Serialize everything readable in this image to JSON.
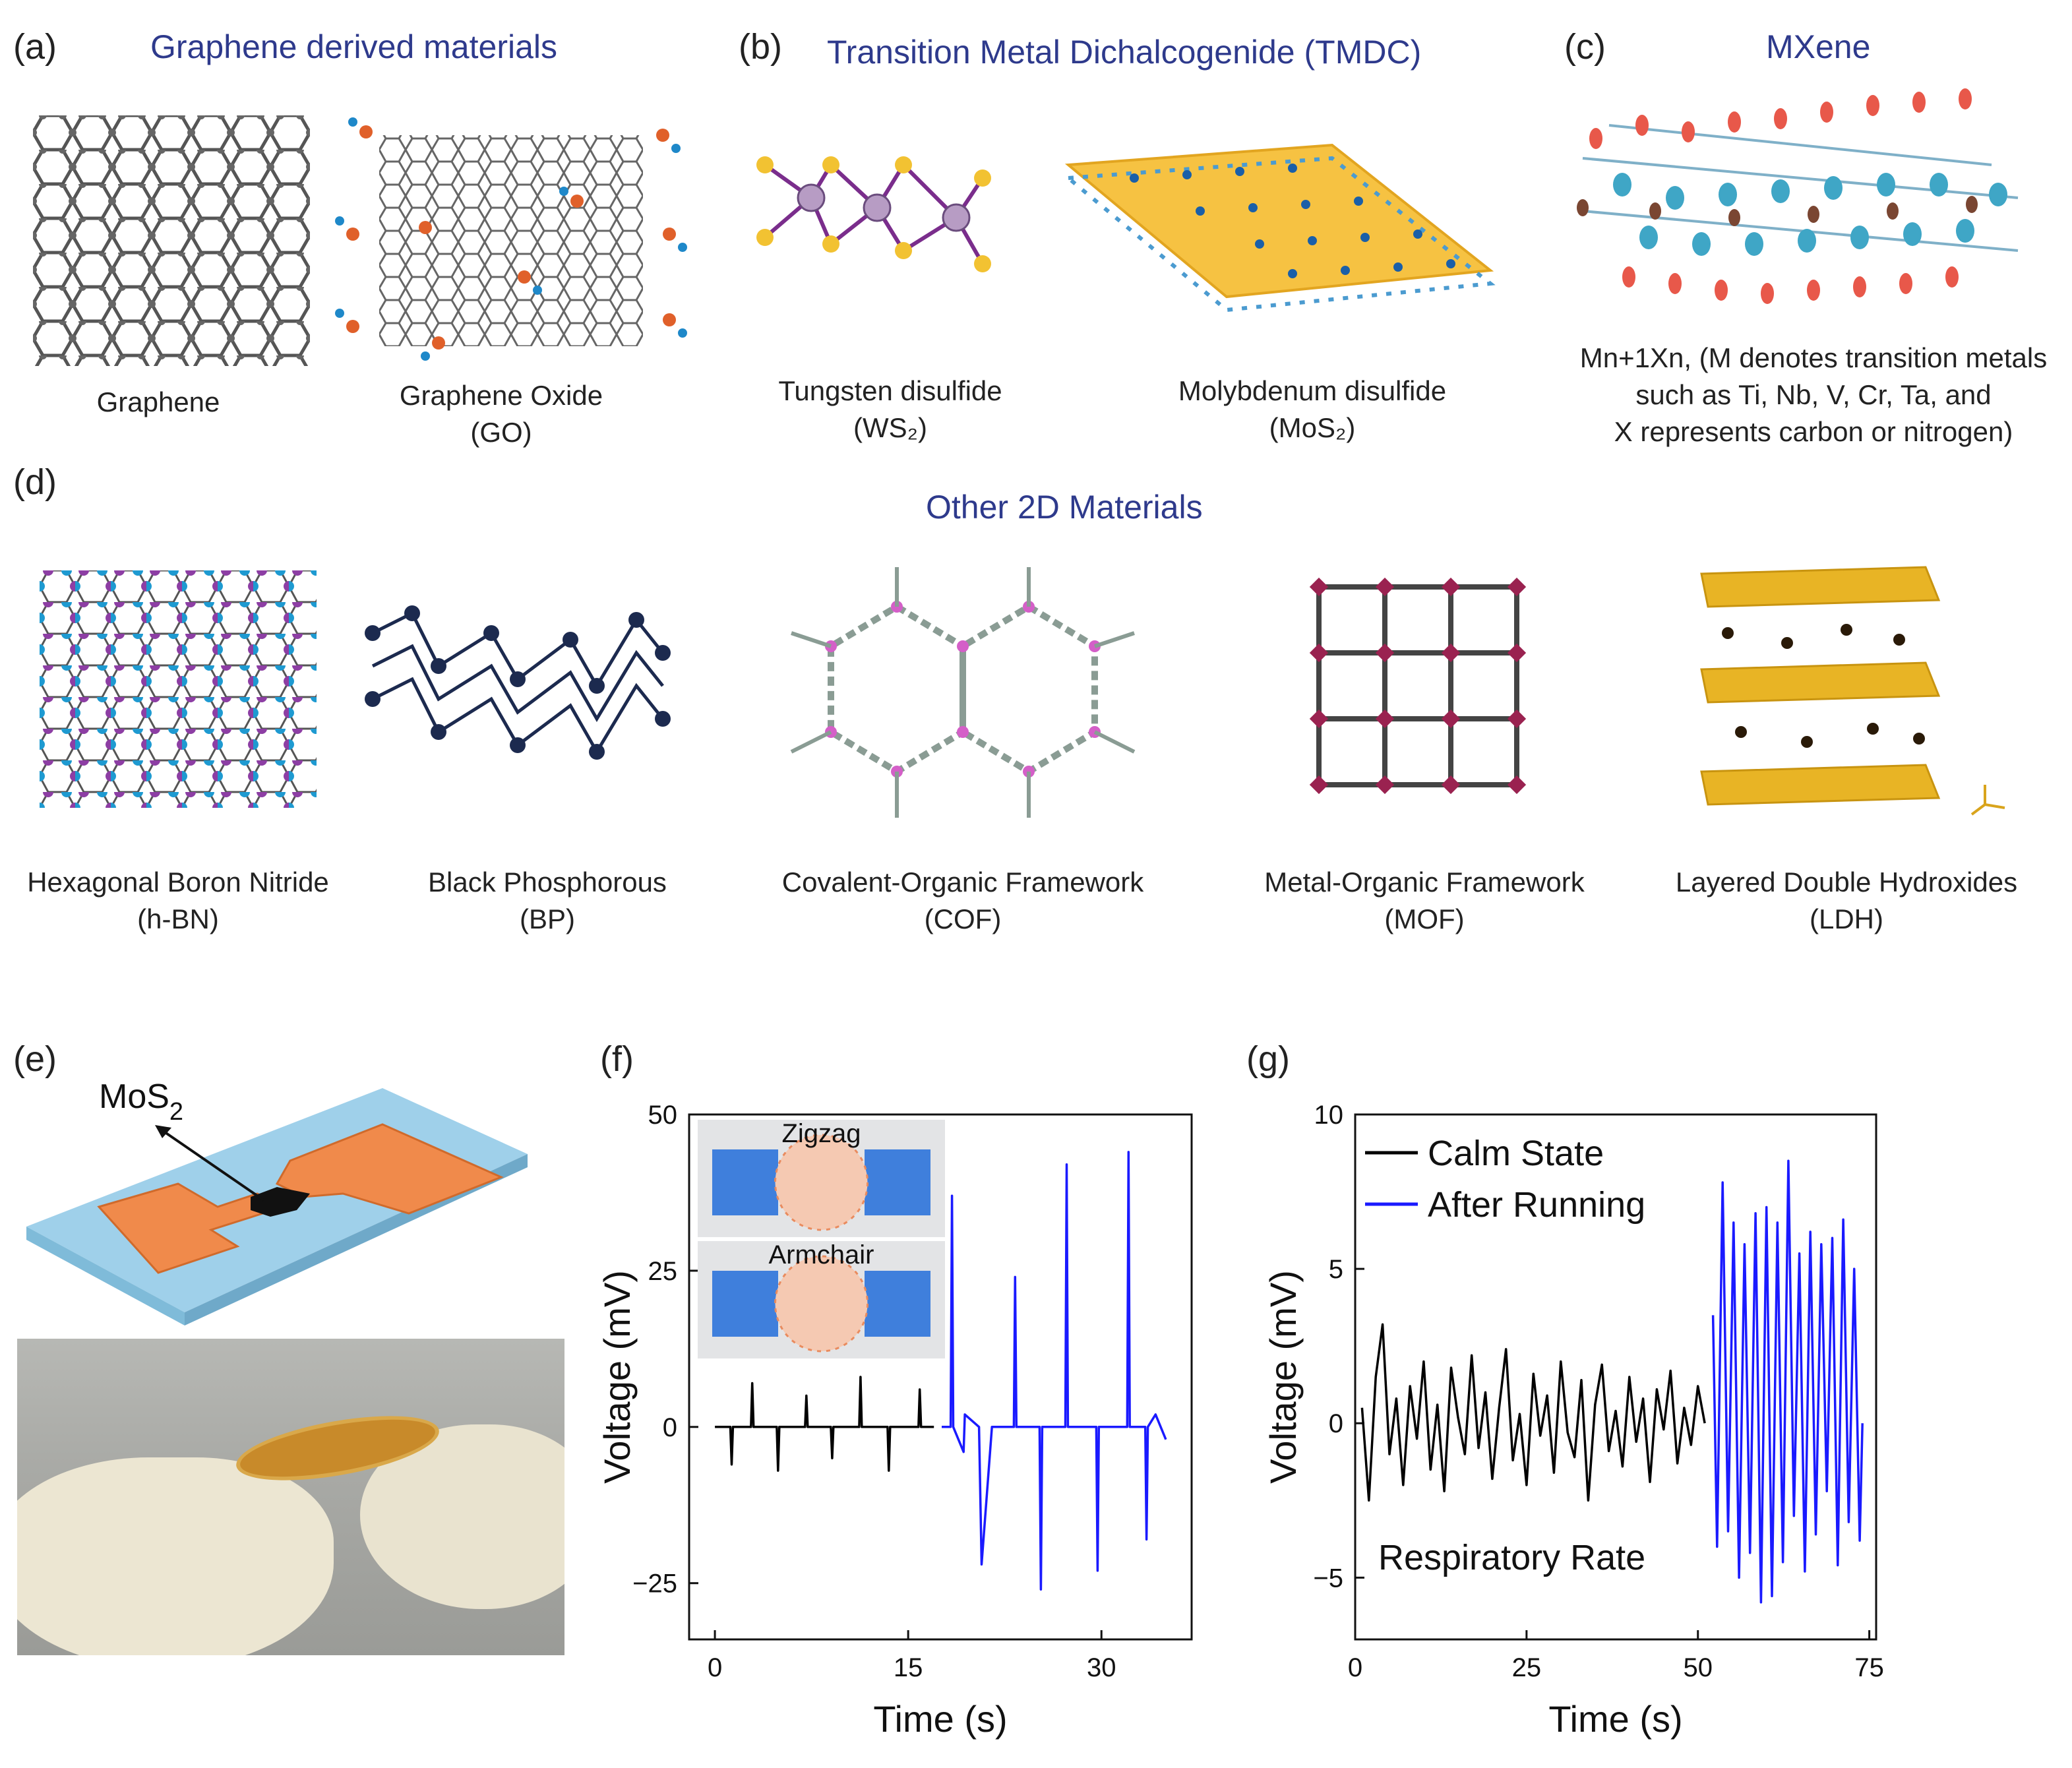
{
  "panels": {
    "a": {
      "letter": "(a)",
      "title": "Graphene derived materials",
      "captions": {
        "graphene": "Graphene",
        "go_1": "Graphene Oxide",
        "go_2": "(GO)"
      }
    },
    "b": {
      "letter": "(b)",
      "title": "Transition Metal Dichalcogenide (TMDC)",
      "captions": {
        "ws2_1": "Tungsten disulfide",
        "ws2_2": "(WS₂)",
        "mos2_1": "Molybdenum disulfide",
        "mos2_2": "(MoS₂)"
      }
    },
    "c": {
      "letter": "(c)",
      "title": "MXene",
      "captions": {
        "l1": "Mn+1Xn, (M denotes transition metals",
        "l2": "such as Ti, Nb, V, Cr, Ta, and",
        "l3": "X represents carbon or nitrogen)"
      }
    },
    "d": {
      "letter": "(d)",
      "title": "Other 2D Materials",
      "captions": {
        "hbn_1": "Hexagonal Boron Nitride",
        "hbn_2": "(h-BN)",
        "bp_1": "Black Phosphorous",
        "bp_2": "(BP)",
        "cof_1": "Covalent-Organic Framework",
        "cof_2": "(COF)",
        "mof_1": "Metal-Organic Framework",
        "mof_2": "(MOF)",
        "ldh_1": "Layered Double Hydroxides",
        "ldh_2": "(LDH)"
      }
    },
    "e": {
      "letter": "(e)",
      "device_label": "MoS",
      "device_label_sub": "2"
    },
    "f": {
      "letter": "(f)"
    },
    "g": {
      "letter": "(g)"
    }
  },
  "colors": {
    "title_blue": "#2e3a8c",
    "series_black": "#000000",
    "series_blue": "#1a1aff",
    "electrode_orange": "#f08a4b",
    "substrate_blue": "#9fd0ea",
    "contact_blue": "#3f7fdc"
  },
  "chart_data": [
    {
      "type": "line",
      "panel": "f",
      "xlabel": "Time (s)",
      "ylabel": "Voltage (mV)",
      "xlim": [
        -2,
        37
      ],
      "ylim": [
        -34,
        50
      ],
      "xticks": [
        0,
        15,
        30
      ],
      "yticks": [
        -25,
        0,
        25,
        50
      ],
      "grid": false,
      "legend": "none",
      "inset_labels": [
        "Zigzag",
        "Armchair"
      ],
      "series": [
        {
          "color": "#000000",
          "x": [
            0,
            1.2,
            1.3,
            1.4,
            2.8,
            2.9,
            3.0,
            4.8,
            4.9,
            5.0,
            7.0,
            7.1,
            7.2,
            9.0,
            9.1,
            9.2,
            11.2,
            11.3,
            11.4,
            13.4,
            13.5,
            13.6,
            15.8,
            15.9,
            16.0,
            17.0
          ],
          "y": [
            0,
            0,
            -6,
            0,
            0,
            7,
            0,
            0,
            -7,
            0,
            0,
            5,
            0,
            0,
            -5,
            0,
            0,
            8,
            0,
            0,
            -7,
            0,
            0,
            6,
            0,
            0
          ]
        },
        {
          "color": "#1a1aff",
          "x": [
            17.6,
            18.3,
            18.4,
            18.5,
            19.3,
            19.4,
            20.5,
            20.7,
            21.5,
            23.2,
            23.3,
            23.4,
            25.2,
            25.3,
            25.4,
            27.2,
            27.3,
            27.4,
            29.6,
            29.7,
            29.8,
            32.0,
            32.1,
            32.2,
            33.4,
            33.5,
            33.6,
            34.2,
            35.0
          ],
          "y": [
            0,
            0,
            37,
            0,
            -4,
            2,
            0,
            -22,
            0,
            0,
            24,
            0,
            0,
            -26,
            0,
            0,
            42,
            0,
            0,
            -23,
            0,
            0,
            44,
            0,
            0,
            -18,
            0,
            2,
            -2
          ]
        }
      ]
    },
    {
      "type": "line",
      "panel": "g",
      "xlabel": "Time (s)",
      "ylabel": "Voltage (mV)",
      "xlim": [
        0,
        76
      ],
      "ylim": [
        -7,
        10
      ],
      "xticks": [
        0,
        25,
        50,
        75
      ],
      "yticks": [
        -5,
        0,
        5,
        10
      ],
      "grid": false,
      "legend": "top-left",
      "annotation": "Respiratory Rate",
      "series": [
        {
          "name": "Calm State",
          "color": "#000000",
          "x": [
            1.0,
            2.0,
            3.0,
            4.0,
            5.0,
            6.0,
            7.0,
            8.0,
            9.0,
            10.0,
            11.0,
            12.0,
            13.0,
            14.0,
            15.0,
            16.0,
            17.0,
            18.0,
            19.0,
            20.0,
            21.0,
            22.0,
            23.0,
            24.0,
            25.0,
            26.0,
            27.0,
            28.0,
            29.0,
            30.0,
            31.0,
            32.0,
            33.0,
            34.0,
            35.0,
            36.0,
            37.0,
            38.0,
            39.0,
            40.0,
            41.0,
            42.0,
            43.0,
            44.0,
            45.0,
            46.0,
            47.0,
            48.0,
            49.0,
            50.0,
            51.0
          ],
          "y": [
            0.5,
            -2.5,
            1.5,
            3.2,
            -1.0,
            0.8,
            -2.0,
            1.2,
            -0.5,
            2.0,
            -1.5,
            0.6,
            -2.2,
            1.8,
            0.2,
            -1.0,
            2.2,
            -0.8,
            1.0,
            -1.8,
            0.5,
            2.4,
            -1.2,
            0.3,
            -2.0,
            1.6,
            -0.4,
            0.9,
            -1.6,
            2.0,
            -0.3,
            -1.1,
            1.4,
            -2.5,
            0.6,
            1.9,
            -0.9,
            0.4,
            -1.4,
            1.5,
            -0.6,
            0.8,
            -1.9,
            1.1,
            -0.2,
            1.7,
            -1.3,
            0.5,
            -0.7,
            1.2,
            0.0
          ]
        },
        {
          "name": "After Running",
          "color": "#1a1aff",
          "x": [
            52.2,
            52.8,
            53.6,
            54.4,
            55.2,
            56.0,
            56.8,
            57.6,
            58.4,
            59.2,
            60.0,
            60.8,
            61.6,
            62.4,
            63.2,
            64.0,
            64.8,
            65.6,
            66.4,
            67.2,
            68.0,
            68.8,
            69.6,
            70.4,
            71.2,
            72.0,
            72.8,
            73.6,
            74.0
          ],
          "y": [
            3.5,
            -4.0,
            7.8,
            -3.5,
            6.5,
            -5.0,
            5.8,
            -4.2,
            6.8,
            -5.8,
            7.0,
            -5.6,
            6.5,
            -4.5,
            8.5,
            -3.0,
            5.5,
            -4.8,
            6.2,
            -3.6,
            5.8,
            -2.2,
            6.0,
            -4.6,
            6.6,
            -3.2,
            5.0,
            -3.8,
            0.0
          ]
        }
      ]
    }
  ]
}
